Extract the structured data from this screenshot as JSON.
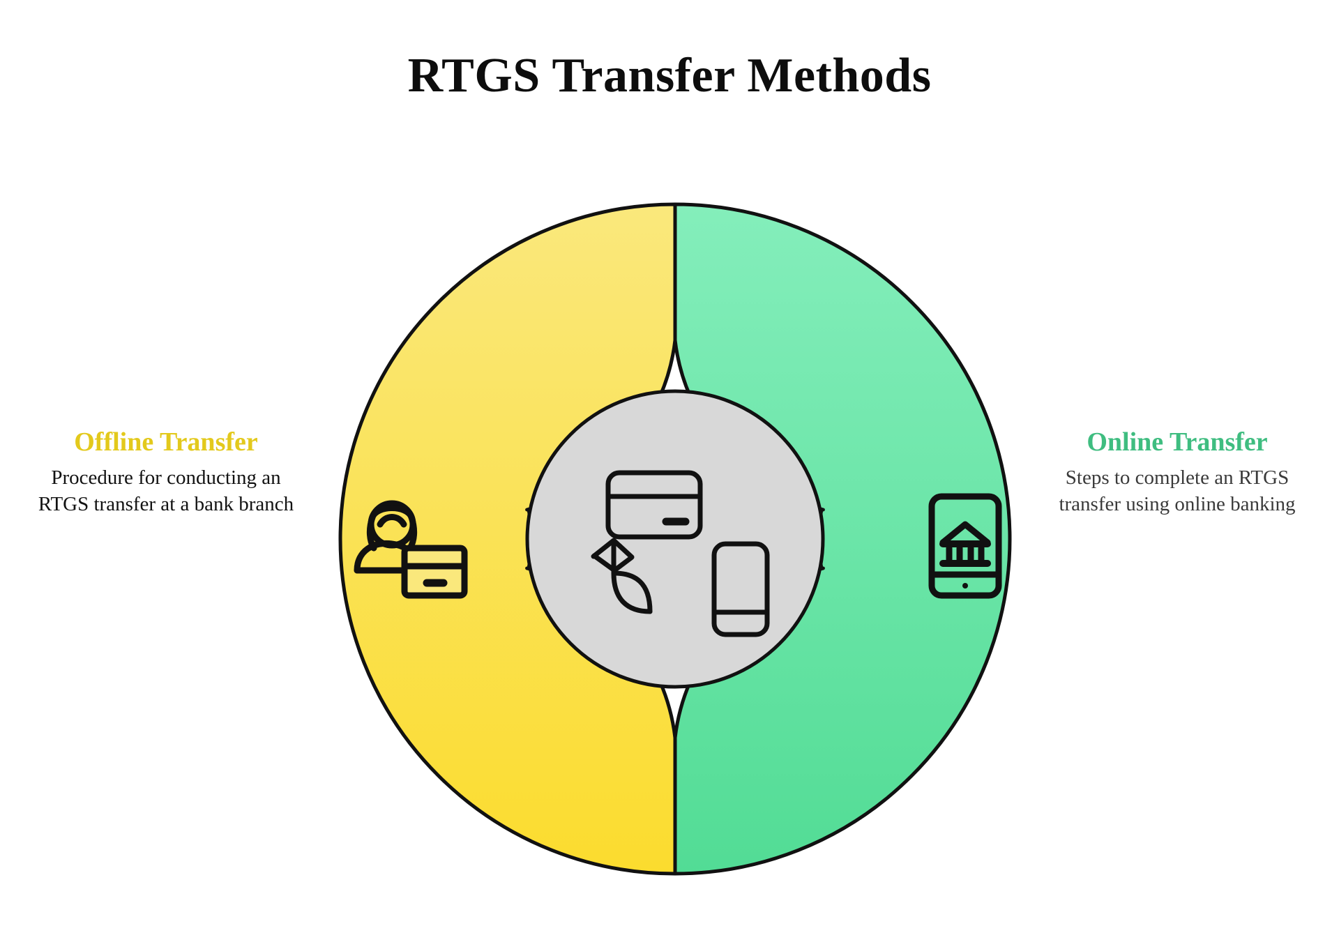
{
  "title": "RTGS Transfer Methods",
  "panels": {
    "left": {
      "heading": "Offline Transfer",
      "heading_color": "#E3C91C",
      "body": "Procedure for conducting an RTGS transfer at a bank branch",
      "icon": "person-with-card-icon",
      "segment_color_top": "#FAE87C",
      "segment_color_bottom": "#FBDC2E"
    },
    "right": {
      "heading": "Online Transfer",
      "heading_color": "#3FBD80",
      "body": "Steps to complete an RTGS transfer using online banking",
      "icon": "phone-with-bank-icon",
      "segment_color_top": "#84EEBB",
      "segment_color_bottom": "#52DC95"
    }
  },
  "hub": {
    "fill": "#D8D8D8",
    "icons": [
      "credit-card-icon",
      "curved-arrow-up-icon",
      "mobile-phone-icon"
    ]
  },
  "chart_data": {
    "type": "pie",
    "title": "RTGS Transfer Methods",
    "categories": [
      "Offline Transfer",
      "Online Transfer"
    ],
    "values": [
      50,
      50
    ],
    "colors": [
      "#FAE87C",
      "#84EEBB"
    ],
    "legend": "side-labels",
    "grid": false
  }
}
